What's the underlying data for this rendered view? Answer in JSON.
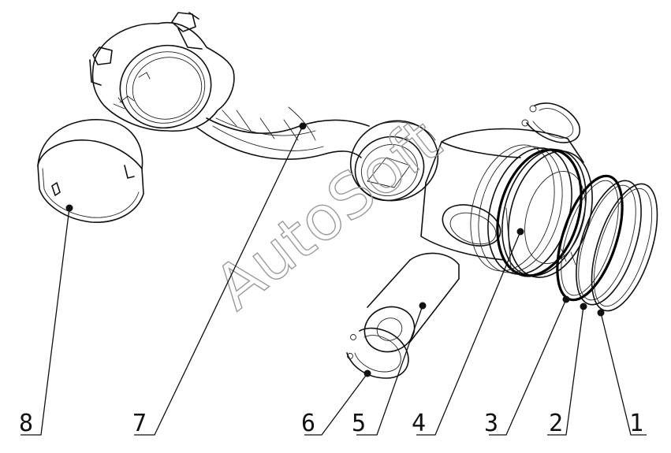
{
  "watermark": "AutoSoft",
  "part_numbers": [
    "1",
    "2",
    "3",
    "4",
    "5",
    "6",
    "7",
    "8"
  ]
}
